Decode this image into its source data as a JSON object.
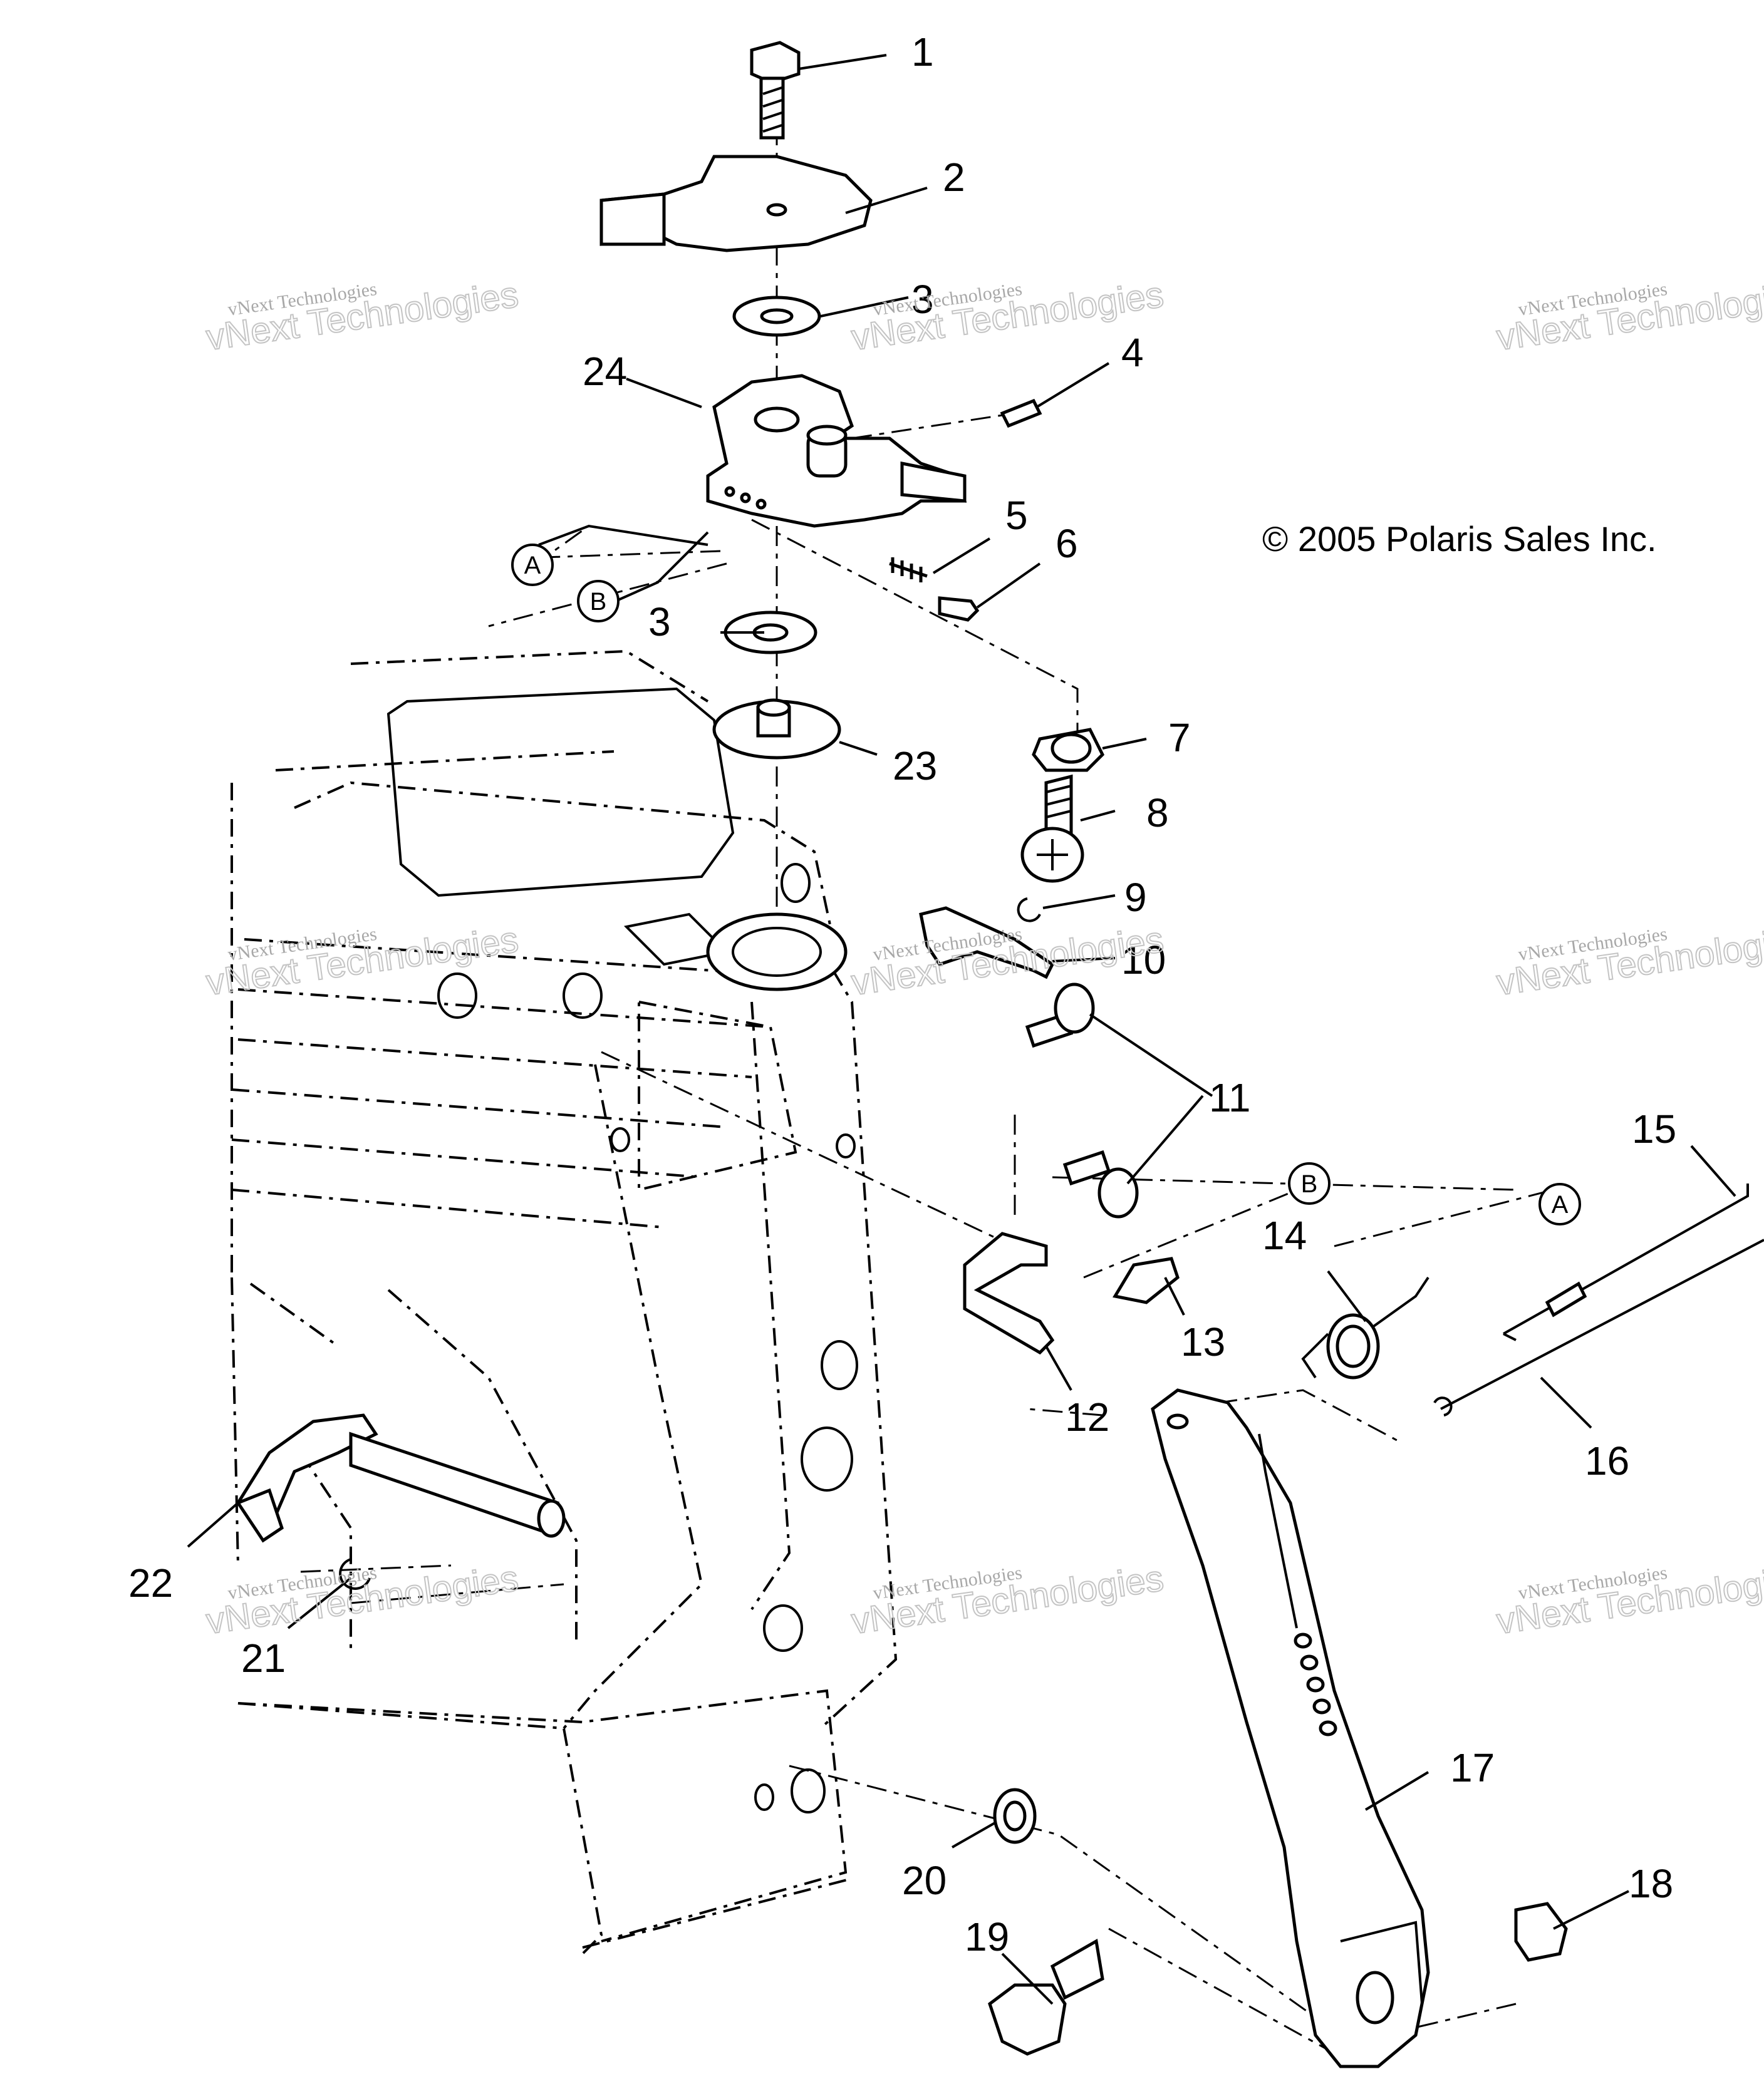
{
  "copyright": "© 2005 Polaris Sales Inc.",
  "watermark": {
    "line1": "vNext Technologies",
    "line2": "vNext Technologies"
  },
  "callouts": [
    "1",
    "2",
    "3",
    "3",
    "4",
    "24",
    "5",
    "6",
    "7",
    "8",
    "9",
    "10",
    "11",
    "23",
    "15",
    "14",
    "13",
    "12",
    "16",
    "22",
    "21",
    "17",
    "18",
    "20",
    "19"
  ],
  "refs": [
    "A",
    "B",
    "B",
    "A"
  ]
}
